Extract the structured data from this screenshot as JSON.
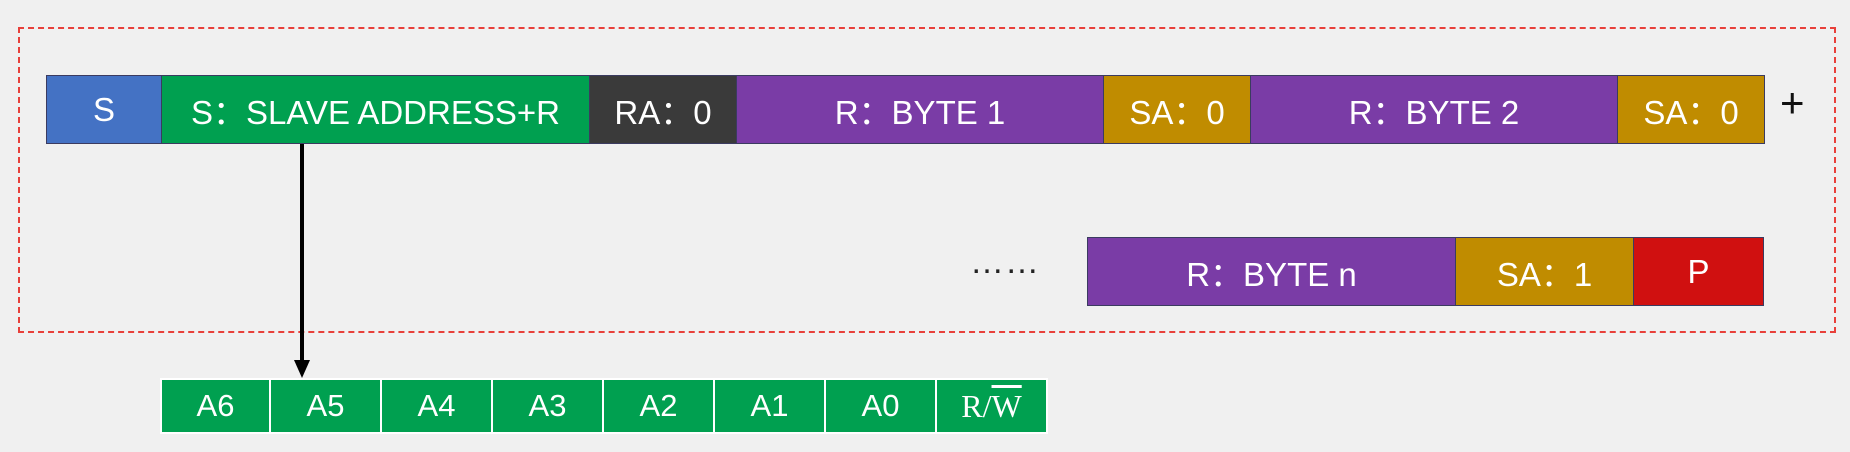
{
  "colors": {
    "start": "#4472c4",
    "address": "#00a050",
    "ack_read": "#3a3a3a",
    "data": "#7a3ca6",
    "slave_ack": "#c08c00",
    "stop": "#d01010",
    "frame_border": "#e8403a"
  },
  "row1": [
    {
      "label": "S",
      "color": "start"
    },
    {
      "label": "S：SLAVE ADDRESS+R",
      "color": "address"
    },
    {
      "label": "RA：0",
      "color": "ack_read"
    },
    {
      "label": "R：BYTE 1",
      "color": "data"
    },
    {
      "label": "SA：0",
      "color": "slave_ack"
    },
    {
      "label": "R：BYTE 2",
      "color": "data"
    },
    {
      "label": "SA：0",
      "color": "slave_ack"
    }
  ],
  "plus": "+",
  "ellipsis": "……",
  "row2": [
    {
      "label": "R：BYTE n",
      "color": "data"
    },
    {
      "label": "SA：1",
      "color": "slave_ack"
    },
    {
      "label": "P",
      "color": "stop"
    }
  ],
  "address_bits": [
    "A6",
    "A5",
    "A4",
    "A3",
    "A2",
    "A1",
    "A0"
  ],
  "rw_bit": {
    "prefix": "R/",
    "overlined": "W"
  }
}
